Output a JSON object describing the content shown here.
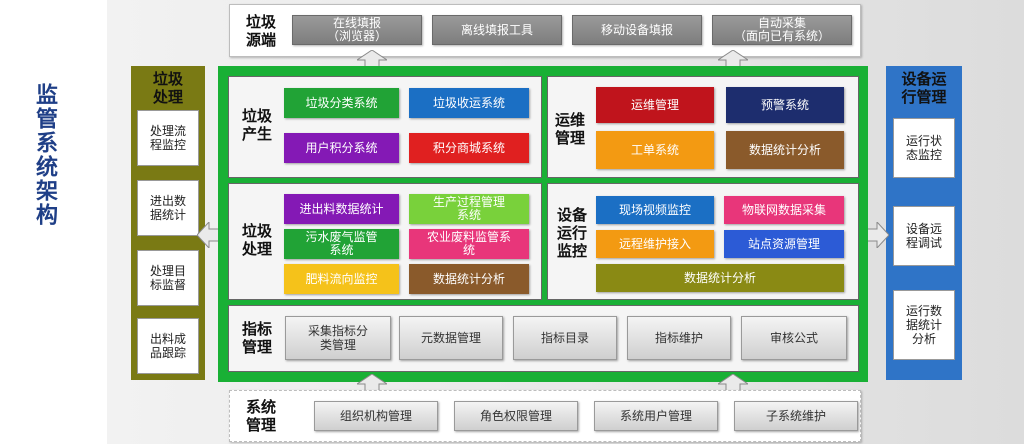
{
  "title": "监管系统架构",
  "source": {
    "label": "垃圾\n源端",
    "items": [
      "在线填报\n（浏览器）",
      "离线填报工具",
      "移动设备填报",
      "自动采集\n（面向已有系统）"
    ]
  },
  "left_side": {
    "title": "垃圾\n处理",
    "items": [
      "处理流\n程监控",
      "进出数\n据统计",
      "处理目\n标监督",
      "出料成\n品跟踪"
    ]
  },
  "right_side": {
    "title": "设备运\n行管理",
    "items": [
      "运行状\n态监控",
      "设备远\n程调试",
      "运行数\n据统计\n分析"
    ]
  },
  "sections": {
    "gen": {
      "label": "垃圾\n产生",
      "items": [
        "垃圾分类系统",
        "垃圾收运系统",
        "用户积分系统",
        "积分商城系统"
      ]
    },
    "ops": {
      "label": "运维\n管理",
      "items": [
        "运维管理",
        "预警系统",
        "工单系统",
        "数据统计分析"
      ]
    },
    "proc": {
      "label": "垃圾\n处理",
      "items": [
        "进出料数据统计",
        "生产过程管理\n系统",
        "污水废气监管\n系统",
        "农业废料监管系\n统",
        "肥料流向监控",
        "数据统计分析"
      ]
    },
    "dev": {
      "label": "设备\n运行\n监控",
      "items": [
        "现场视频监控",
        "物联网数据采集",
        "远程维护接入",
        "站点资源管理",
        "数据统计分析"
      ]
    },
    "idx": {
      "label": "指标\n管理",
      "items": [
        "采集指标分\n类管理",
        "元数据管理",
        "指标目录",
        "指标维护",
        "审核公式"
      ]
    }
  },
  "system": {
    "label": "系统\n管理",
    "items": [
      "组织机构管理",
      "角色权限管理",
      "系统用户管理",
      "子系统维护"
    ]
  },
  "colors": {
    "green": "#19b035",
    "olive": "#7a7a14",
    "blue": "#2f74c7",
    "c_green": "#21a336",
    "c_blue": "#1b6fc4",
    "c_purple": "#8419b5",
    "c_red": "#e02020",
    "c_darkred": "#c0141c",
    "c_navy": "#1d2d6e",
    "c_orange": "#f39a12",
    "c_brown": "#8a5a2b",
    "c_lime": "#79d13b",
    "c_pink": "#e8367a",
    "c_yellow": "#f5c21a",
    "c_olive": "#8a8a14",
    "c_blue2": "#2c5bd6"
  }
}
